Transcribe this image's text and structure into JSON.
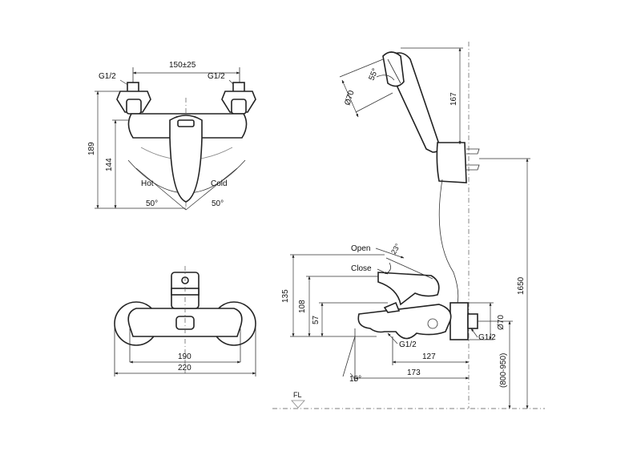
{
  "top_view": {
    "spacing": "150±25",
    "thread_left": "G1/2",
    "thread_right": "G1/2",
    "height_total": "189",
    "height_body": "144",
    "label_hot": "Hot",
    "label_cold": "Cold",
    "angle_left": "50°",
    "angle_right": "50°"
  },
  "front_view": {
    "width_inner": "190",
    "width_outer": "220"
  },
  "side_view": {
    "label_open": "Open",
    "label_close": "Close",
    "angle_lever": "23°",
    "height_135": "135",
    "height_108": "108",
    "height_57": "57",
    "thread_outlet": "G1/2",
    "thread_inlet": "G1/2",
    "depth_127": "127",
    "depth_173": "173",
    "angle_spout": "15°",
    "diameter_flange": "Ø70",
    "mount_range": "(800-950)",
    "total_height": "1650",
    "shower_diameter": "Ø70",
    "shower_angle": "55°",
    "shower_length": "167",
    "floor_mark": "FL"
  }
}
